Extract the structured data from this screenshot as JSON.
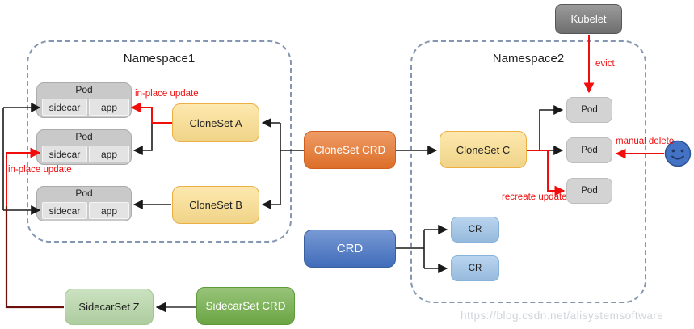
{
  "colors": {
    "yellow_fill": "#FCDF8F",
    "yellow_border": "#EDAE44",
    "orange_fill": "#E8752B",
    "orange_border": "#D05F1F",
    "blue_fill": "#4472C4",
    "blue_border": "#38609F",
    "light_blue_fill": "#9EC4E8",
    "light_blue_border": "#86B2DB",
    "gray_pod_fill": "#C9C9C9",
    "gray_pod_border": "#ABABAB",
    "inner_fill": "#E3E3E3",
    "inner_border": "#F4F4F4",
    "right_pod_fill": "#D3D3D3",
    "right_pod_border": "#BDBDBD",
    "kubelet_fill": "#747474",
    "kubelet_border": "#575757",
    "green_light_fill": "#B7D7A8",
    "green_light_border": "#A3C88F",
    "green_fill": "#70AD47",
    "green_border": "#5E9A39",
    "dash_border": "#8496B0",
    "line_black": "#1A1A1A",
    "line_gray": "#4D4D4D",
    "red": "#F20D0D",
    "maroon": "#6B0F0F",
    "smiley_fill": "#4472C4",
    "smiley_border": "#2E5395",
    "smiley_face": "#1F3864",
    "watermark": "#C7CDD4"
  },
  "namespace1": {
    "title": "Namespace1"
  },
  "namespace2": {
    "title": "Namespace2"
  },
  "pods_left": [
    {
      "title": "Pod",
      "sidecar": "sidecar",
      "app": "app"
    },
    {
      "title": "Pod",
      "sidecar": "sidecar",
      "app": "app"
    },
    {
      "title": "Pod",
      "sidecar": "sidecar",
      "app": "app"
    }
  ],
  "pods_right": [
    {
      "title": "Pod"
    },
    {
      "title": "Pod"
    },
    {
      "title": "Pod"
    }
  ],
  "nodes": {
    "cloneset_a": "CloneSet A",
    "cloneset_b": "CloneSet B",
    "cloneset_c": "CloneSet C",
    "cloneset_crd": "CloneSet CRD",
    "crd": "CRD",
    "cr_1": "CR",
    "cr_2": "CR",
    "kubelet": "Kubelet",
    "sidecarset_z": "SidecarSet Z",
    "sidecarset_crd": "SidecarSet CRD"
  },
  "edge_labels": {
    "in_place_update_top": "in-place update",
    "in_place_update_left": "in-place update",
    "evict": "evict",
    "manual_delete": "manual delete",
    "recreate_update": "recreate update"
  },
  "watermark": "https://blog.csdn.net/alisystemsoftware"
}
